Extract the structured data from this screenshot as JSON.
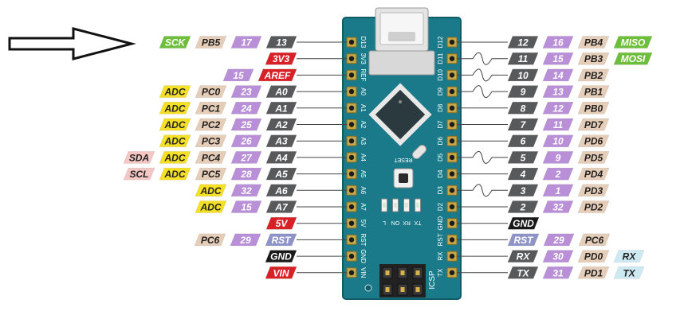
{
  "colors": {
    "board": "#1a7a8a",
    "board_edge": "#0e5c68",
    "pin_num": "#58595b",
    "port": "#e6cdb8",
    "port_alt": "#d6b9a6",
    "adc": "#f5e027",
    "power": "#d82027",
    "gnd": "#1a1a1a",
    "pwm": "#b98fd8",
    "reset": "#8e93c8",
    "spi": "#6dbf3b",
    "serial": "#cde9f2",
    "i2c": "#f4c6c4"
  },
  "board": {
    "reset_label": "RESET",
    "icsp_label": "ICSP",
    "led_labels": [
      "L",
      "ON",
      "RX",
      "TX"
    ]
  },
  "left_pins": [
    {
      "name": "D13",
      "labels": [
        {
          "t": "SCK",
          "c": "spi"
        },
        {
          "t": "PB5",
          "c": "port"
        },
        {
          "t": "17",
          "c": "pwm"
        },
        {
          "t": "13",
          "c": "pin_num"
        }
      ]
    },
    {
      "name": "3V3",
      "labels": [
        {
          "t": "3V3",
          "c": "power"
        }
      ]
    },
    {
      "name": "REF",
      "labels": [
        {
          "t": "15",
          "c": "pwm"
        },
        {
          "t": "AREF",
          "c": "power"
        }
      ]
    },
    {
      "name": "A0",
      "labels": [
        {
          "t": "ADC",
          "c": "adc"
        },
        {
          "t": "PC0",
          "c": "port"
        },
        {
          "t": "23",
          "c": "pwm"
        },
        {
          "t": "A0",
          "c": "pin_num"
        }
      ]
    },
    {
      "name": "A1",
      "labels": [
        {
          "t": "ADC",
          "c": "adc"
        },
        {
          "t": "PC1",
          "c": "port"
        },
        {
          "t": "24",
          "c": "pwm"
        },
        {
          "t": "A1",
          "c": "pin_num"
        }
      ]
    },
    {
      "name": "A2",
      "labels": [
        {
          "t": "ADC",
          "c": "adc"
        },
        {
          "t": "PC2",
          "c": "port"
        },
        {
          "t": "25",
          "c": "pwm"
        },
        {
          "t": "A2",
          "c": "pin_num"
        }
      ]
    },
    {
      "name": "A3",
      "labels": [
        {
          "t": "ADC",
          "c": "adc"
        },
        {
          "t": "PC3",
          "c": "port"
        },
        {
          "t": "26",
          "c": "pwm"
        },
        {
          "t": "A3",
          "c": "pin_num"
        }
      ]
    },
    {
      "name": "A4",
      "labels": [
        {
          "t": "SDA",
          "c": "i2c"
        },
        {
          "t": "ADC",
          "c": "adc"
        },
        {
          "t": "PC4",
          "c": "port"
        },
        {
          "t": "27",
          "c": "pwm"
        },
        {
          "t": "A4",
          "c": "pin_num"
        }
      ]
    },
    {
      "name": "A5",
      "labels": [
        {
          "t": "SCL",
          "c": "i2c"
        },
        {
          "t": "ADC",
          "c": "adc"
        },
        {
          "t": "PC5",
          "c": "port"
        },
        {
          "t": "28",
          "c": "pwm"
        },
        {
          "t": "A5",
          "c": "pin_num"
        }
      ]
    },
    {
      "name": "A6",
      "labels": [
        {
          "t": "ADC",
          "c": "adc"
        },
        {
          "t": "32",
          "c": "pwm"
        },
        {
          "t": "A6",
          "c": "pin_num"
        }
      ]
    },
    {
      "name": "A7",
      "labels": [
        {
          "t": "ADC",
          "c": "adc"
        },
        {
          "t": "15",
          "c": "pwm"
        },
        {
          "t": "A7",
          "c": "pin_num"
        }
      ]
    },
    {
      "name": "5V",
      "labels": [
        {
          "t": "5V",
          "c": "power"
        }
      ]
    },
    {
      "name": "RST",
      "labels": [
        {
          "t": "PC6",
          "c": "port"
        },
        {
          "t": "29",
          "c": "pwm"
        },
        {
          "t": "RST",
          "c": "reset"
        }
      ]
    },
    {
      "name": "GND",
      "labels": [
        {
          "t": "GND",
          "c": "gnd"
        }
      ]
    },
    {
      "name": "VIN",
      "labels": [
        {
          "t": "VIN",
          "c": "power"
        }
      ]
    }
  ],
  "right_pins": [
    {
      "name": "D12",
      "pwm": false,
      "labels": [
        {
          "t": "12",
          "c": "pin_num"
        },
        {
          "t": "16",
          "c": "pwm"
        },
        {
          "t": "PB4",
          "c": "port"
        },
        {
          "t": "MISO",
          "c": "spi"
        }
      ]
    },
    {
      "name": "D11",
      "pwm": true,
      "labels": [
        {
          "t": "11",
          "c": "pin_num"
        },
        {
          "t": "15",
          "c": "pwm"
        },
        {
          "t": "PB3",
          "c": "port"
        },
        {
          "t": "MOSI",
          "c": "spi"
        }
      ]
    },
    {
      "name": "D10",
      "pwm": true,
      "labels": [
        {
          "t": "10",
          "c": "pin_num"
        },
        {
          "t": "14",
          "c": "pwm"
        },
        {
          "t": "PB2",
          "c": "port"
        }
      ]
    },
    {
      "name": "D9",
      "pwm": true,
      "labels": [
        {
          "t": "9",
          "c": "pin_num"
        },
        {
          "t": "13",
          "c": "pwm"
        },
        {
          "t": "PB1",
          "c": "port"
        }
      ]
    },
    {
      "name": "D8",
      "pwm": false,
      "labels": [
        {
          "t": "8",
          "c": "pin_num"
        },
        {
          "t": "12",
          "c": "pwm"
        },
        {
          "t": "PB0",
          "c": "port"
        }
      ]
    },
    {
      "name": "D7",
      "pwm": false,
      "labels": [
        {
          "t": "7",
          "c": "pin_num"
        },
        {
          "t": "11",
          "c": "pwm"
        },
        {
          "t": "PD7",
          "c": "port"
        }
      ]
    },
    {
      "name": "D6",
      "pwm": false,
      "labels": [
        {
          "t": "6",
          "c": "pin_num"
        },
        {
          "t": "10",
          "c": "pwm"
        },
        {
          "t": "PD6",
          "c": "port"
        }
      ]
    },
    {
      "name": "D5",
      "pwm": true,
      "labels": [
        {
          "t": "5",
          "c": "pin_num"
        },
        {
          "t": "9",
          "c": "pwm"
        },
        {
          "t": "PD5",
          "c": "port"
        }
      ]
    },
    {
      "name": "D4",
      "pwm": false,
      "labels": [
        {
          "t": "4",
          "c": "pin_num"
        },
        {
          "t": "2",
          "c": "pwm"
        },
        {
          "t": "PD4",
          "c": "port"
        }
      ]
    },
    {
      "name": "D3",
      "pwm": true,
      "labels": [
        {
          "t": "3",
          "c": "pin_num"
        },
        {
          "t": "1",
          "c": "pwm"
        },
        {
          "t": "PD3",
          "c": "port"
        }
      ]
    },
    {
      "name": "D2",
      "pwm": false,
      "labels": [
        {
          "t": "2",
          "c": "pin_num"
        },
        {
          "t": "32",
          "c": "pwm"
        },
        {
          "t": "PD2",
          "c": "port"
        }
      ]
    },
    {
      "name": "GND",
      "pwm": false,
      "labels": [
        {
          "t": "GND",
          "c": "gnd"
        }
      ]
    },
    {
      "name": "RST",
      "pwm": false,
      "labels": [
        {
          "t": "RST",
          "c": "reset"
        },
        {
          "t": "29",
          "c": "pwm"
        },
        {
          "t": "PC6",
          "c": "port"
        }
      ]
    },
    {
      "name": "RX",
      "pwm": false,
      "labels": [
        {
          "t": "RX",
          "c": "pin_num"
        },
        {
          "t": "30",
          "c": "pwm"
        },
        {
          "t": "PD0",
          "c": "port"
        },
        {
          "t": "RX",
          "c": "serial"
        }
      ]
    },
    {
      "name": "TX",
      "pwm": false,
      "labels": [
        {
          "t": "TX",
          "c": "pin_num"
        },
        {
          "t": "31",
          "c": "pwm"
        },
        {
          "t": "PD1",
          "c": "port"
        },
        {
          "t": "TX",
          "c": "serial"
        }
      ]
    }
  ]
}
